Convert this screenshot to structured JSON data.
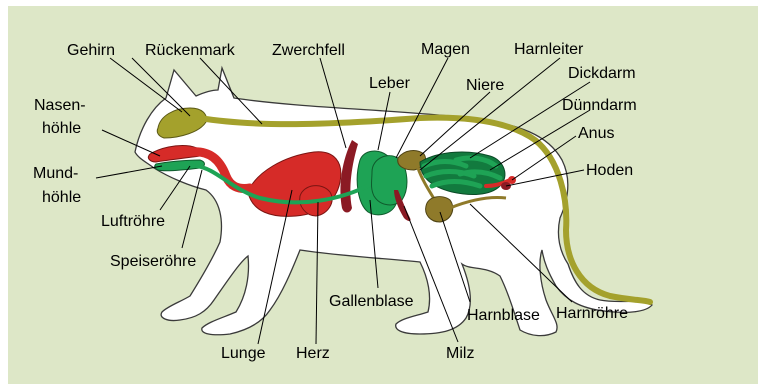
{
  "colors": {
    "background": "#dde7c7",
    "body": "#ffffff",
    "outline": "#3a3a3a",
    "nervous_system": "#a4a12c",
    "red_organs": "#d62b28",
    "dark_red_organs": "#8b1a24",
    "green_organs": "#1ea355",
    "dark_green_organs": "#127a3e",
    "olive_organs": "#8f7a2a",
    "leader_lines": "#000000"
  },
  "labels": {
    "gehirn": "Gehirn",
    "rueckenmark": "Rückenmark",
    "zwerchfell": "Zwerchfell",
    "magen": "Magen",
    "harnleiter": "Harnleiter",
    "dickdarm": "Dickdarm",
    "leber": "Leber",
    "niere": "Niere",
    "duenndarm": "Dünndarm",
    "anus": "Anus",
    "nasenhoehle_1": "Nasen-",
    "nasenhoehle_2": "höhle",
    "mundhoehle_1": "Mund-",
    "mundhoehle_2": "höhle",
    "hoden": "Hoden",
    "luftroehre": "Luftröhre",
    "speiseroehre": "Speiseröhre",
    "gallenblase": "Gallenblase",
    "harnblase": "Harnblase",
    "harnroehre": "Harnröhre",
    "lunge": "Lunge",
    "herz": "Herz",
    "milz": "Milz"
  }
}
